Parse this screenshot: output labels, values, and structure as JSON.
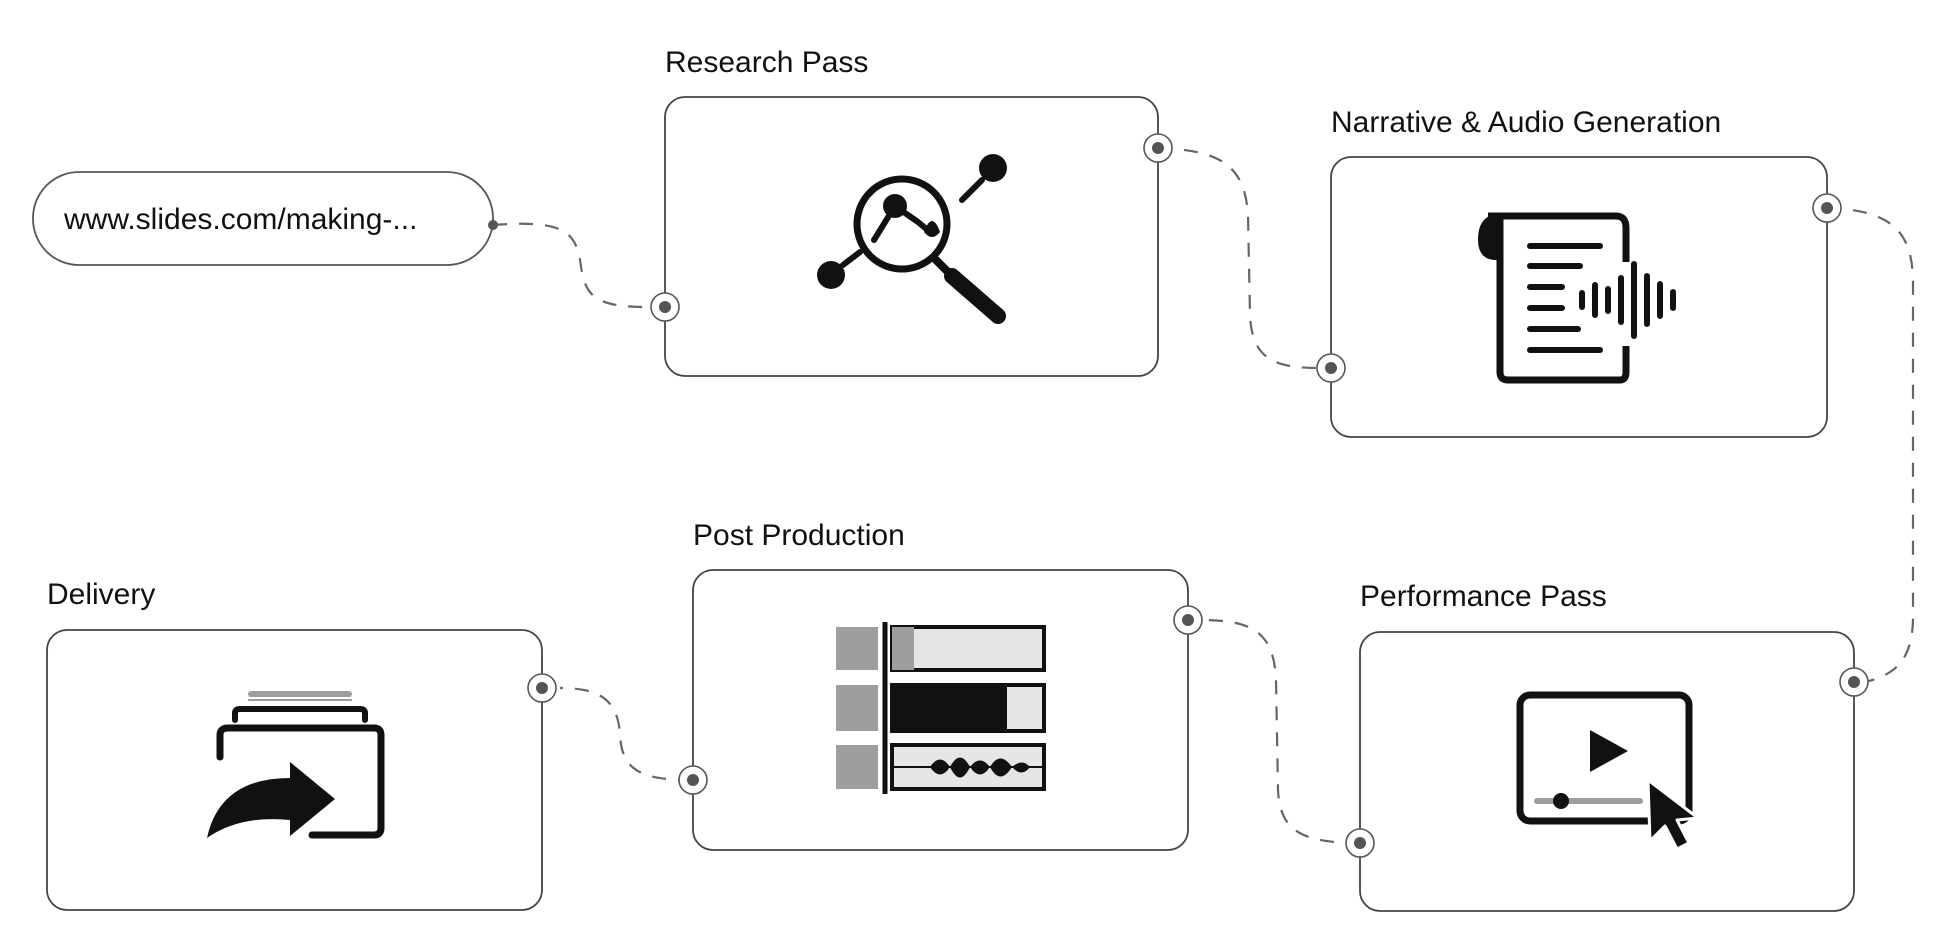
{
  "source": {
    "url_text": "www.slides.com/making-..."
  },
  "stages": {
    "research": {
      "title": "Research Pass",
      "icon": "magnify-analytics-icon"
    },
    "narrative": {
      "title": "Narrative & Audio Generation",
      "icon": "script-audio-icon"
    },
    "performance": {
      "title": "Performance Pass",
      "icon": "video-play-cursor-icon"
    },
    "post": {
      "title": "Post Production",
      "icon": "timeline-editor-icon"
    },
    "delivery": {
      "title": "Delivery",
      "icon": "share-stack-icon"
    }
  },
  "colors": {
    "stroke": "#444444",
    "connector": "#666666",
    "icon": "#111111",
    "icon_gray": "#9e9e9e"
  }
}
